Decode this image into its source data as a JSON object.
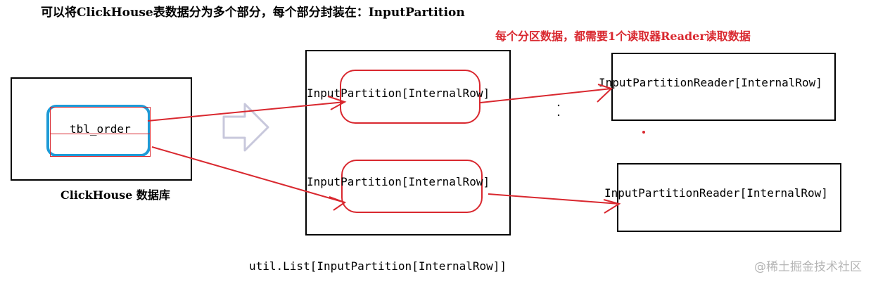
{
  "heading": "可以将ClickHouse表数据分为多个部分，每个部分封装在：InputPartition",
  "note": "每个分区数据，都需要1个读取器Reader读取数据",
  "database": {
    "table_label": "tbl_order",
    "caption": "ClickHouse 数据库"
  },
  "partitions": {
    "items": [
      "InputPartition[InternalRow]",
      "InputPartition[InternalRow]"
    ],
    "caption": "util.List[InputPartition[InternalRow]]"
  },
  "readers": {
    "items": [
      "InputPartitionReader[InternalRow]",
      "InputPartitionReader[InternalRow]"
    ]
  },
  "watermark": "@稀土掘金技术社区",
  "colors": {
    "accent": "#d9282f",
    "table_border": "#1e9ad6",
    "hollow_arrow": "#c8c8dc",
    "frame": "#000000"
  }
}
